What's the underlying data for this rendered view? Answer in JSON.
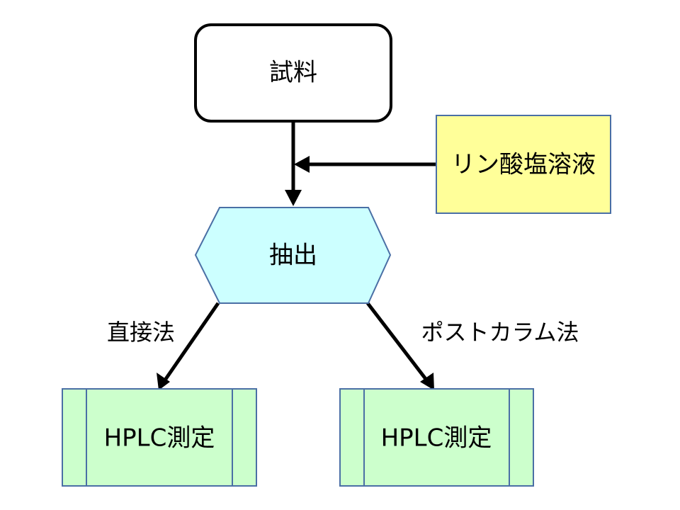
{
  "nodes": {
    "sample": {
      "label": "試料",
      "fill": "#ffffff",
      "stroke": "#000000"
    },
    "reagent": {
      "label": "リン酸塩溶液",
      "fill": "#ffff99",
      "stroke": "#4a6fa5"
    },
    "extraction": {
      "label": "抽出",
      "fill": "#ccffff",
      "stroke": "#4a6fa5"
    },
    "measure_direct": {
      "label": "HPLC測定",
      "fill": "#ccffcc",
      "stroke": "#4a6fa5"
    },
    "measure_postcolumn": {
      "label": "HPLC測定",
      "fill": "#ccffcc",
      "stroke": "#4a6fa5"
    }
  },
  "edges": {
    "direct": {
      "label": "直接法"
    },
    "postcolumn": {
      "label": "ポストカラム法"
    }
  },
  "colors": {
    "arrow": "#000000"
  }
}
